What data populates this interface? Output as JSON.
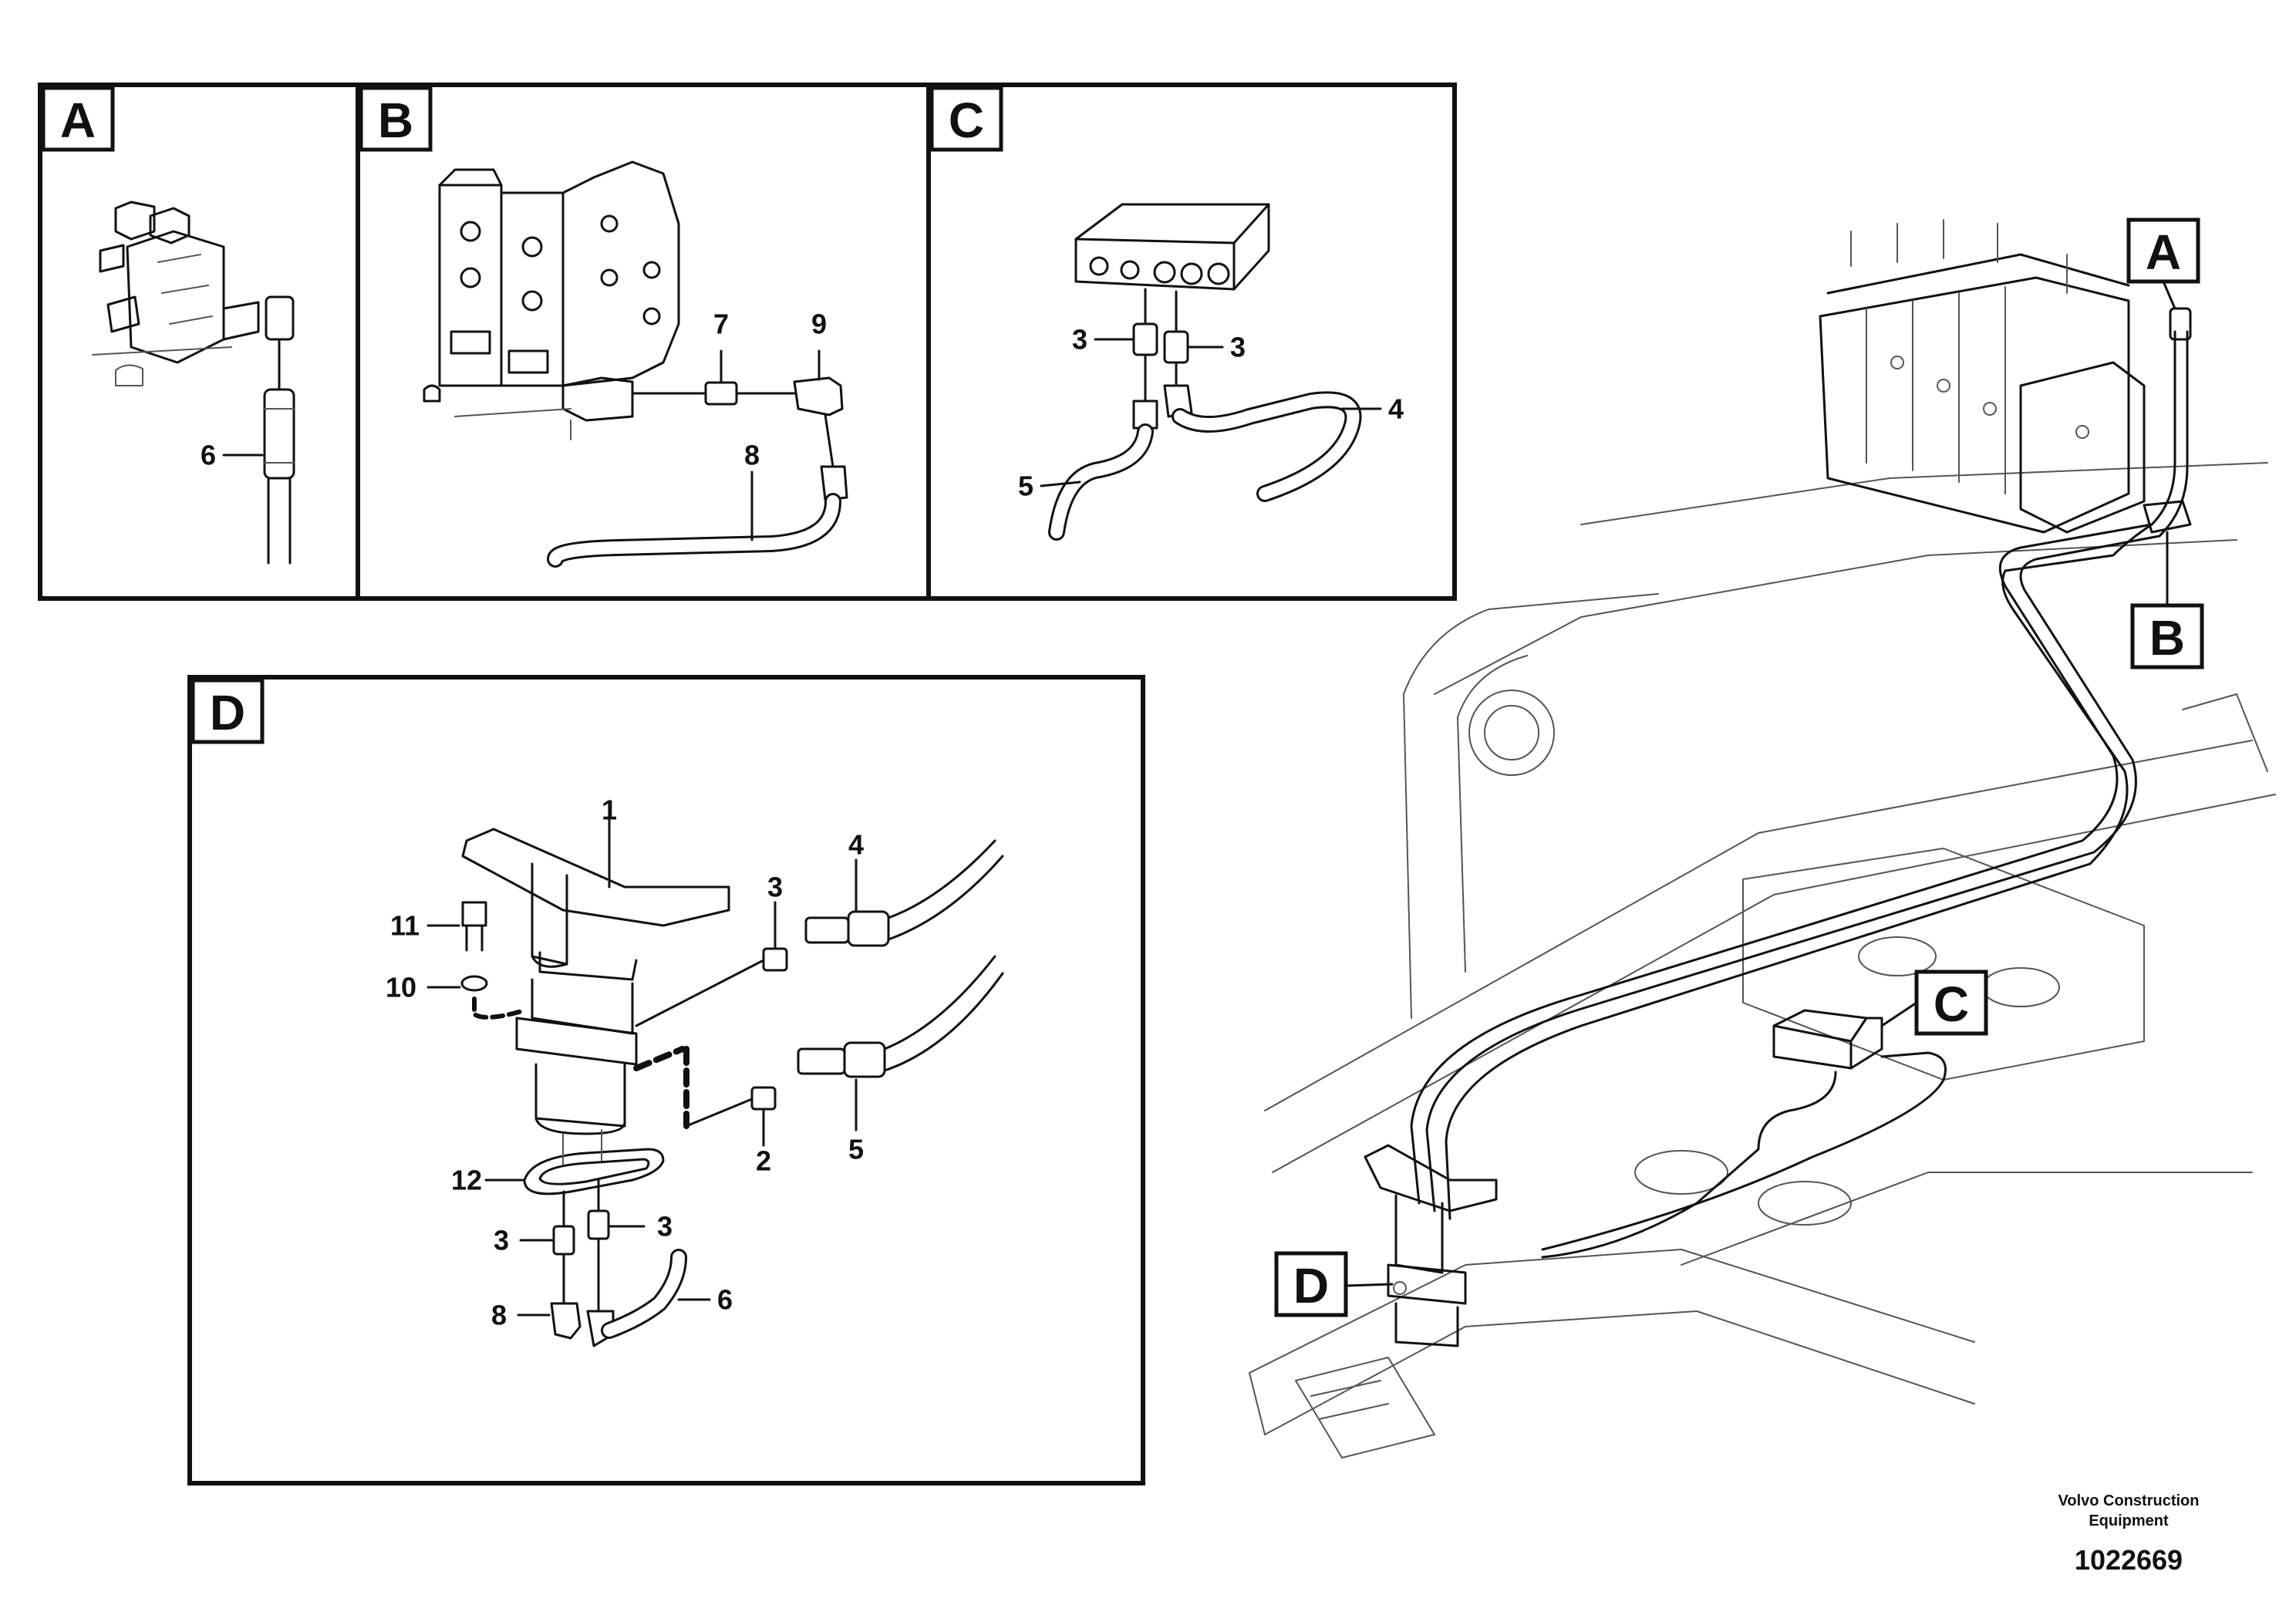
{
  "panels": {
    "A": {
      "letter": "A",
      "callouts": [
        "6"
      ]
    },
    "B": {
      "letter": "B",
      "callouts": [
        "7",
        "9",
        "8"
      ]
    },
    "C": {
      "letter": "C",
      "callouts": [
        "3",
        "3",
        "4",
        "5"
      ]
    },
    "D": {
      "letter": "D",
      "callouts": [
        "1",
        "11",
        "10",
        "3",
        "4",
        "2",
        "5",
        "12",
        "3",
        "3",
        "8",
        "6"
      ]
    }
  },
  "main_view": {
    "letters": [
      "A",
      "B",
      "C",
      "D"
    ]
  },
  "footer": {
    "company_line1": "Volvo Construction",
    "company_line2": "Equipment",
    "document_number": "1022669"
  }
}
